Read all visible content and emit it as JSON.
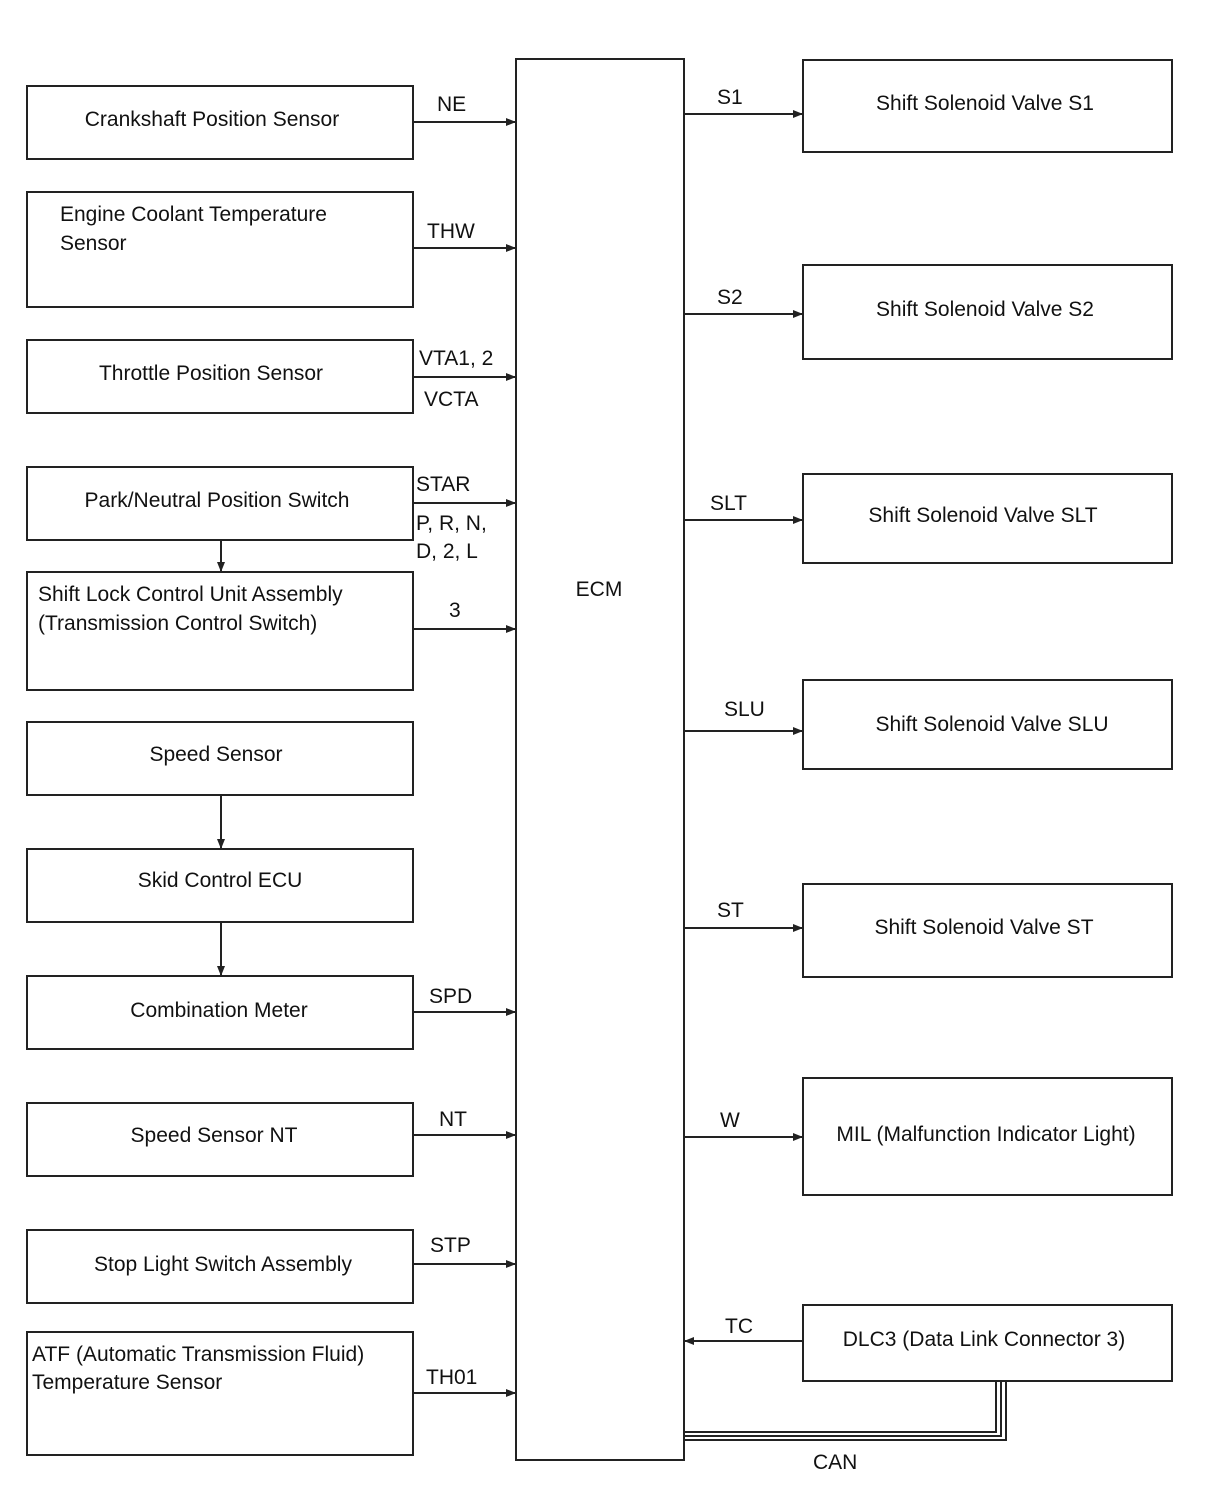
{
  "ecm": {
    "label": "ECM"
  },
  "inputs": [
    {
      "id": "crankshaft-position-sensor",
      "lines": [
        "Crankshaft Position Sensor"
      ],
      "signal": [
        "NE"
      ]
    },
    {
      "id": "engine-coolant-temperature-sensor",
      "lines": [
        "Engine Coolant Temperature",
        "Sensor"
      ],
      "signal": [
        "THW"
      ]
    },
    {
      "id": "throttle-position-sensor",
      "lines": [
        "Throttle Position Sensor"
      ],
      "signal": [
        "VTA1, 2",
        "VCTA"
      ]
    },
    {
      "id": "park-neutral-position-switch",
      "lines": [
        "Park/Neutral Position Switch"
      ],
      "signal": [
        "STAR",
        "P, R, N,",
        "D, 2, L"
      ]
    },
    {
      "id": "shift-lock-control-unit-assembly",
      "lines": [
        "Shift Lock Control Unit Assembly",
        "(Transmission Control Switch)"
      ],
      "signal": [
        "3"
      ]
    },
    {
      "id": "speed-sensor",
      "lines": [
        "Speed Sensor"
      ],
      "signal": []
    },
    {
      "id": "skid-control-ecu",
      "lines": [
        "Skid Control ECU"
      ],
      "signal": []
    },
    {
      "id": "combination-meter",
      "lines": [
        "Combination Meter"
      ],
      "signal": [
        "SPD"
      ]
    },
    {
      "id": "speed-sensor-nt",
      "lines": [
        "Speed Sensor NT"
      ],
      "signal": [
        "NT"
      ]
    },
    {
      "id": "stop-light-switch-assembly",
      "lines": [
        "Stop Light Switch Assembly"
      ],
      "signal": [
        "STP"
      ]
    },
    {
      "id": "atf-temperature-sensor",
      "lines": [
        "ATF (Automatic Transmission Fluid)",
        "Temperature Sensor"
      ],
      "signal": [
        "TH01"
      ]
    }
  ],
  "outputs": [
    {
      "id": "shift-solenoid-valve-s1",
      "label": "Shift Solenoid Valve S1",
      "signal": "S1"
    },
    {
      "id": "shift-solenoid-valve-s2",
      "label": "Shift Solenoid Valve S2",
      "signal": "S2"
    },
    {
      "id": "shift-solenoid-valve-slt",
      "label": "Shift Solenoid Valve SLT",
      "signal": "SLT"
    },
    {
      "id": "shift-solenoid-valve-slu",
      "label": "Shift Solenoid Valve SLU",
      "signal": "SLU"
    },
    {
      "id": "shift-solenoid-valve-st",
      "label": "Shift Solenoid Valve ST",
      "signal": "ST"
    },
    {
      "id": "mil",
      "label": "MIL (Malfunction Indicator Light)",
      "signal": "W"
    },
    {
      "id": "dlc3",
      "label": "DLC3 (Data Link Connector 3)",
      "signal": "TC"
    }
  ],
  "bus": {
    "label": "CAN"
  }
}
